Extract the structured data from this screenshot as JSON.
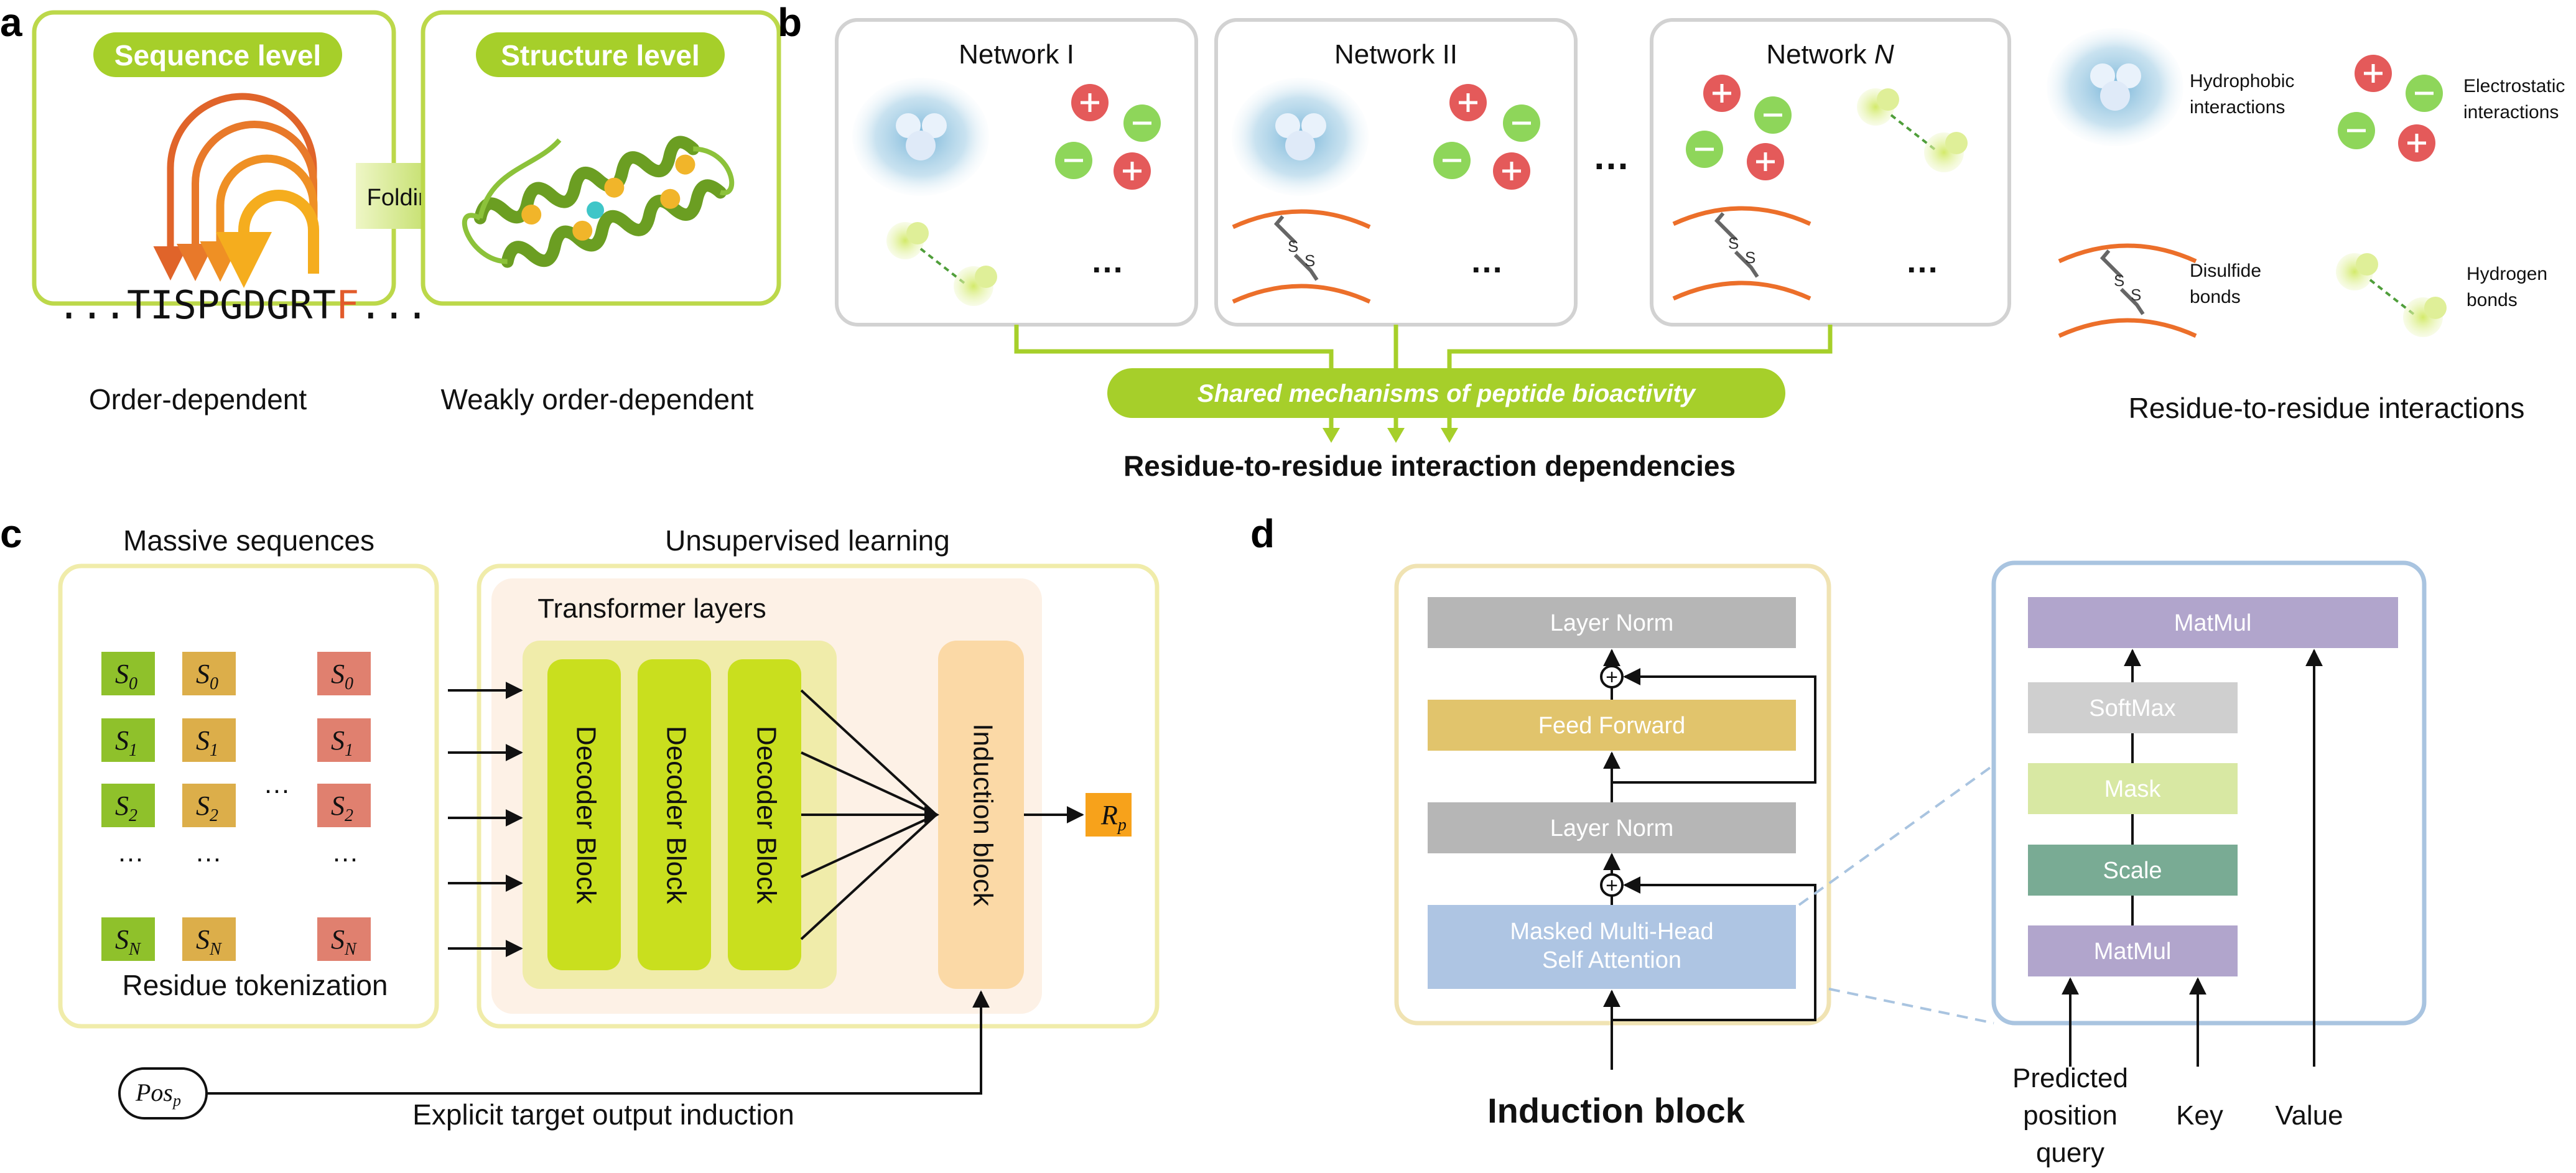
{
  "panel_a": {
    "letter": "a",
    "seq_pill": "Sequence level",
    "struct_pill": "Structure level",
    "sequence_main": "...TISPGDGRT",
    "sequence_highlight": "F",
    "sequence_tail": "...",
    "folding_label": "Folding",
    "caption_left": "Order-dependent",
    "caption_right": "Weakly order-dependent"
  },
  "panel_b": {
    "letter": "b",
    "networks": [
      {
        "prefix": "Network ",
        "suffix": "I"
      },
      {
        "prefix": "Network ",
        "suffix": "II"
      },
      {
        "prefix": "Network ",
        "suffix": "N"
      }
    ],
    "shared_pill": "Shared mechanisms of peptide bioactivity",
    "bottom_label": "Residue-to-residue interaction dependencies",
    "legend": {
      "hydrophobic": [
        "Hydrophobic",
        "interactions"
      ],
      "electrostatic": [
        "Electrostatic",
        "interactions"
      ],
      "disulfide": [
        "Disulfide",
        "bonds"
      ],
      "hydrogen": [
        "Hydrogen",
        "bonds"
      ],
      "title": "Residue-to-residue interactions"
    },
    "ellipsis": "…",
    "s_label": "S"
  },
  "panel_c": {
    "letter": "c",
    "massive": "Massive sequences",
    "unsupervised": "Unsupervised learning",
    "transformer": "Transformer layers",
    "decoder": "Decoder Block",
    "induction": "Induction block",
    "residue_tokenization": "Residue tokenization",
    "output": "R",
    "output_sub": "p",
    "pos": "Pos",
    "pos_sub": "p",
    "explicit": "Explicit target output induction",
    "token_base": "S",
    "token_subs": [
      "0",
      "1",
      "2",
      "N"
    ],
    "dots": "…"
  },
  "panel_d": {
    "letter": "d",
    "layer_norm_top": "Layer Norm",
    "feed_forward": "Feed Forward",
    "layer_norm_bottom": "Layer Norm",
    "masked_line1": "Masked Multi-Head",
    "masked_line2": "Self Attention",
    "plus": "+",
    "title": "Induction block",
    "matmul_top": "MatMul",
    "softmax": "SoftMax",
    "mask": "Mask",
    "scale": "Scale",
    "matmul_bottom": "MatMul",
    "query_lines": [
      "Predicted",
      "position",
      "query"
    ],
    "key": "Key",
    "value": "Value"
  },
  "colors": {
    "lime": "#a6cf2a",
    "lime_border": "#bcd84a",
    "orange": "#f0a11a",
    "red_token": "#e0806f",
    "green_token": "#8fc12b",
    "gold_token": "#dcae4a",
    "output_orange": "#f7a21b",
    "layer_norm": "#b6b6b6",
    "feed_forward": "#e1c46c",
    "attention": "#aec5e3",
    "softmax": "#cfcfcf",
    "mask": "#d8e8a3",
    "scale": "#79ab94",
    "matmul": "#b1a5cc",
    "plus_red": "#e45a5a",
    "minus_green": "#8ed65a",
    "disulfide_orange": "#ec6f2a"
  }
}
